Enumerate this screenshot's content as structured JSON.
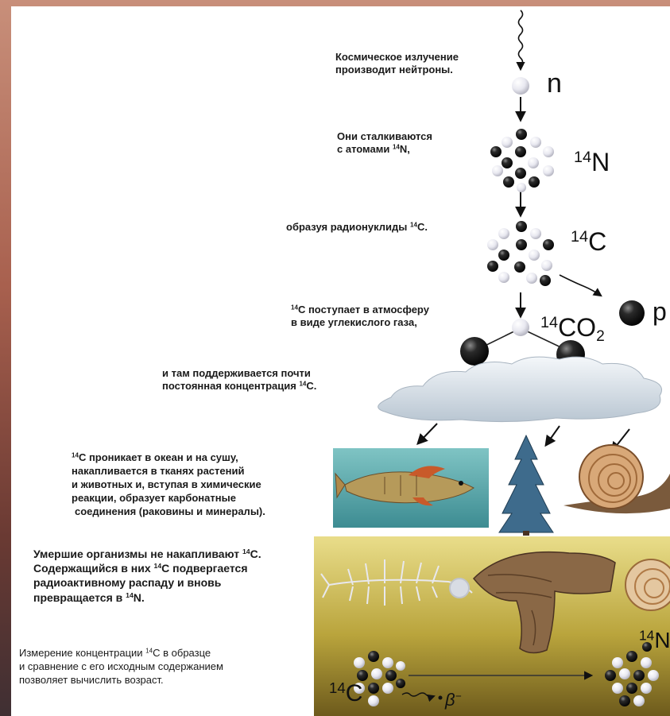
{
  "steps": {
    "s1": "Космическое излучение",
    "s1b": "производит нейтроны.",
    "s2a": "Они сталкиваются",
    "s2b_pre": "с атомами ",
    "s2b_sup": "14",
    "s2b_post": "N,",
    "s3_pre": "образуя радионуклиды ",
    "s3_sup": "14",
    "s3_post": "C.",
    "s4_sup": "14",
    "s4a": "C поступает в атмосферу",
    "s4b": "в виде углекислого газа,",
    "s5a": "и там поддерживается почти",
    "s5b_pre": "постоянная концентрация ",
    "s5b_sup": "14",
    "s5b_post": "C.",
    "s6_sup": "14",
    "s6a": "C проникает в океан и на сушу,",
    "s6b": "накапливается в тканях растений",
    "s6c": "и животных и, вступая в химические",
    "s6d": "реакции, образует карбонатные",
    "s6e": "соединения (раковины и минералы).",
    "s7a_pre": "Умершие организмы не накапливают ",
    "s7a_sup": "14",
    "s7a_post": "C.",
    "s7b_pre": "Содержащийся в них ",
    "s7b_sup": "14",
    "s7b_post": "C подвергается",
    "s7c": "радиоактивному распаду и вновь",
    "s7d_pre": "превращается в ",
    "s7d_sup": "14",
    "s7d_post": "N.",
    "s8a_pre": "Измерение концентрации ",
    "s8a_sup": "14",
    "s8a_post": "C в образце",
    "s8b": "и сравнение с его исходным содержанием",
    "s8c": "позволяет вычислить возраст."
  },
  "symbols": {
    "n": "n",
    "n14_sup": "14",
    "n14": "N",
    "c14_sup": "14",
    "c14": "C",
    "p": "p",
    "co2_sup": "14",
    "co2": "CO",
    "co2_sub": "2",
    "bottom_c_sup": "14",
    "bottom_c": "C",
    "bottom_n_sup": "14",
    "bottom_n": "N",
    "beta": "β",
    "beta_sup": "−"
  },
  "colors": {
    "sea": "#5aa6a6",
    "soil": "#b7a23a",
    "cloud": "#d7e0e8",
    "dark_particle": "#1c1c1c",
    "light_particle": "#e4e4ec"
  }
}
